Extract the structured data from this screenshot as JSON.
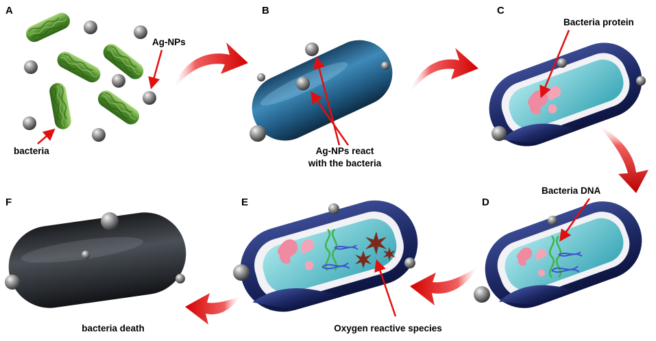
{
  "panels": {
    "a": {
      "letter": "A",
      "label_agnp": "Ag-NPs",
      "label_bacteria": "bacteria"
    },
    "b": {
      "letter": "B",
      "label_line1": "Ag-NPs react",
      "label_line2": "with the bacteria"
    },
    "c": {
      "letter": "C",
      "label_protein": "Bacteria protein"
    },
    "d": {
      "letter": "D",
      "label_dna": "Bacteria DNA"
    },
    "e": {
      "letter": "E",
      "label_ros": "Oxygen reactive species"
    },
    "f": {
      "letter": "F",
      "label_death": "bacteria death"
    }
  },
  "colors": {
    "arrow_red": "#e01010",
    "bacteria_green": "#5a9a30",
    "cell_blue": "#1f5e8a",
    "membrane_navy": "#1e2a66",
    "cytoplasm_teal": "#7fd2dc",
    "protein_pink": "#f08aa0",
    "dead_cell": "#2b2f33",
    "nanoparticle_gray": "#8a8a8a"
  }
}
